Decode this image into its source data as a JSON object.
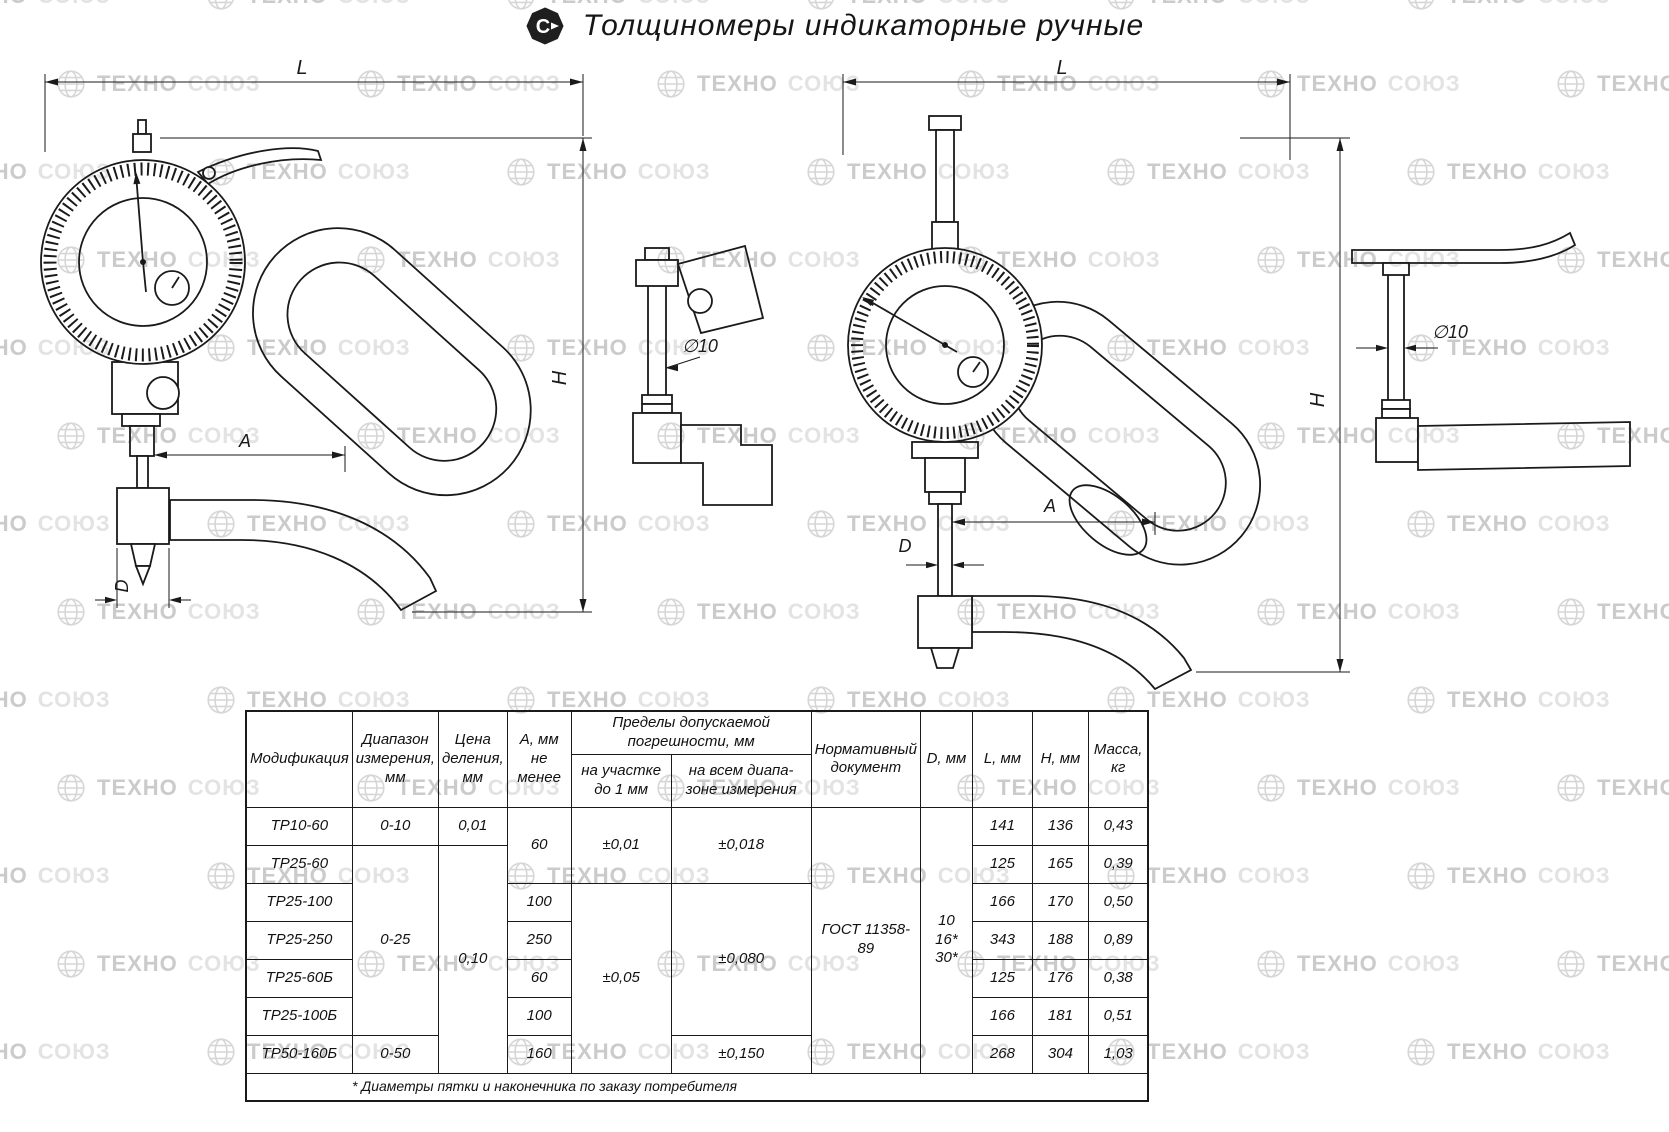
{
  "header": {
    "title": "Толщиномеры индикаторные ручные"
  },
  "watermark": {
    "bold": "ТЕХНО",
    "light": "СОЮЗ"
  },
  "drawings": {
    "labels": {
      "l": "L",
      "h": "H",
      "a": "A",
      "d": "D",
      "dia": "∅10"
    }
  },
  "table": {
    "headers": {
      "modification": "Модификация",
      "range": "Диапазон измерения, мм",
      "division": "Цена деления, мм",
      "a_min": "А, мм не менее",
      "error_group": "Пределы допускаемой погрешности, мм",
      "error_upto1": "на участке до 1 мм",
      "error_full": "на всем диапа-\nзоне измерения",
      "doc": "Нормативный документ",
      "d": "D, мм",
      "l": "L, мм",
      "h": "Н, мм",
      "mass": "Масса, кг"
    },
    "merged": {
      "range_top": "0-10",
      "range_mid": "0-25",
      "range_bottom": "0-50",
      "division_top": "0,01",
      "division_rest": "0,10",
      "a_top": "60",
      "err1_top": "±0,01",
      "err1_rest": "±0,05",
      "err2_top": "±0,018",
      "err2_mid": "±0,080",
      "err2_bottom": "±0,150",
      "doc": "ГОСТ 11358-89",
      "d_values": "10\n16*\n30*"
    },
    "rows": [
      {
        "mod": "ТР10-60",
        "l": "141",
        "h": "136",
        "mass": "0,43"
      },
      {
        "mod": "ТР25-60",
        "l": "125",
        "h": "165",
        "mass": "0,39"
      },
      {
        "mod": "ТР25-100",
        "a": "100",
        "l": "166",
        "h": "170",
        "mass": "0,50"
      },
      {
        "mod": "ТР25-250",
        "a": "250",
        "l": "343",
        "h": "188",
        "mass": "0,89"
      },
      {
        "mod": "ТР25-60Б",
        "a": "60",
        "l": "125",
        "h": "176",
        "mass": "0,38"
      },
      {
        "mod": "ТР25-100Б",
        "a": "100",
        "l": "166",
        "h": "181",
        "mass": "0,51"
      },
      {
        "mod": "ТР50-160Б",
        "a": "160",
        "l": "268",
        "h": "304",
        "mass": "1,03"
      }
    ],
    "footnote": "* Диаметры пятки и наконечника по заказу потребителя"
  }
}
